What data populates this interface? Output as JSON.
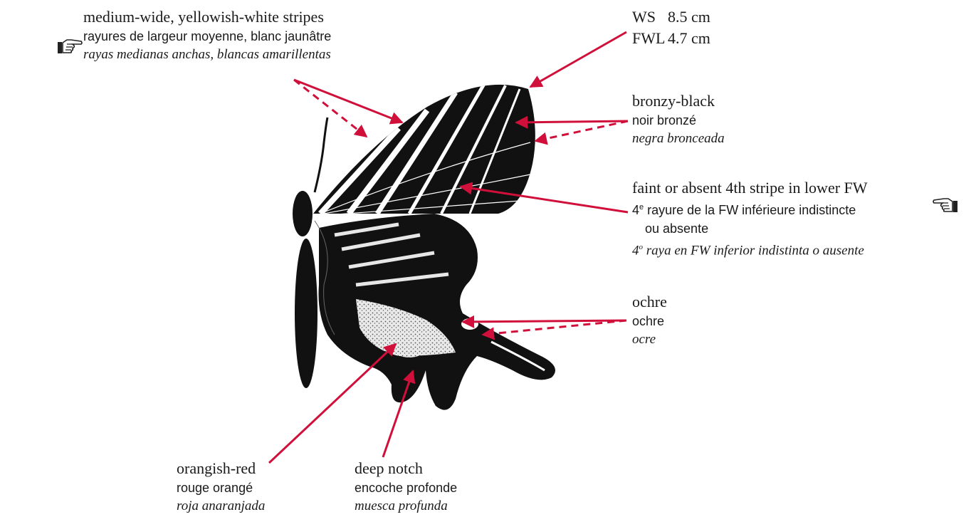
{
  "measurements": {
    "ws": {
      "label": "WS",
      "value": "8.5 cm"
    },
    "fwl": {
      "label": "FWL",
      "value": "4.7 cm"
    }
  },
  "annotations": {
    "stripes": {
      "en": "medium-wide, yellowish-white stripes",
      "fr": "rayures de largeur moyenne, blanc jaunâtre",
      "es": "rayas medianas anchas, blancas amarillentas"
    },
    "bronzy": {
      "en": "bronzy-black",
      "fr": "noir bronzé",
      "es": "negra bronceada"
    },
    "fourth_stripe": {
      "en": "faint or absent 4th stripe in lower FW",
      "fr_num": "4",
      "fr_sup": "e",
      "fr_rest": " rayure de la FW inférieure indistincte",
      "fr_line2": "ou absente",
      "es_num": "4",
      "es_sup": "o",
      "es_rest": " raya en FW inferior indistinta o ausente"
    },
    "ochre": {
      "en": "ochre",
      "fr": "ochre",
      "es": "ocre"
    },
    "orangish": {
      "en": "orangish-red",
      "fr": "rouge orangé",
      "es": "roja anaranjada"
    },
    "notch": {
      "en": "deep notch",
      "fr": "encoche profonde",
      "es": "muesca profunda"
    }
  },
  "colors": {
    "arrow": "#d0103a",
    "wing": "#111111"
  },
  "icons": {
    "left": "pointing-hand-right-icon",
    "right": "pointing-hand-left-icon"
  }
}
